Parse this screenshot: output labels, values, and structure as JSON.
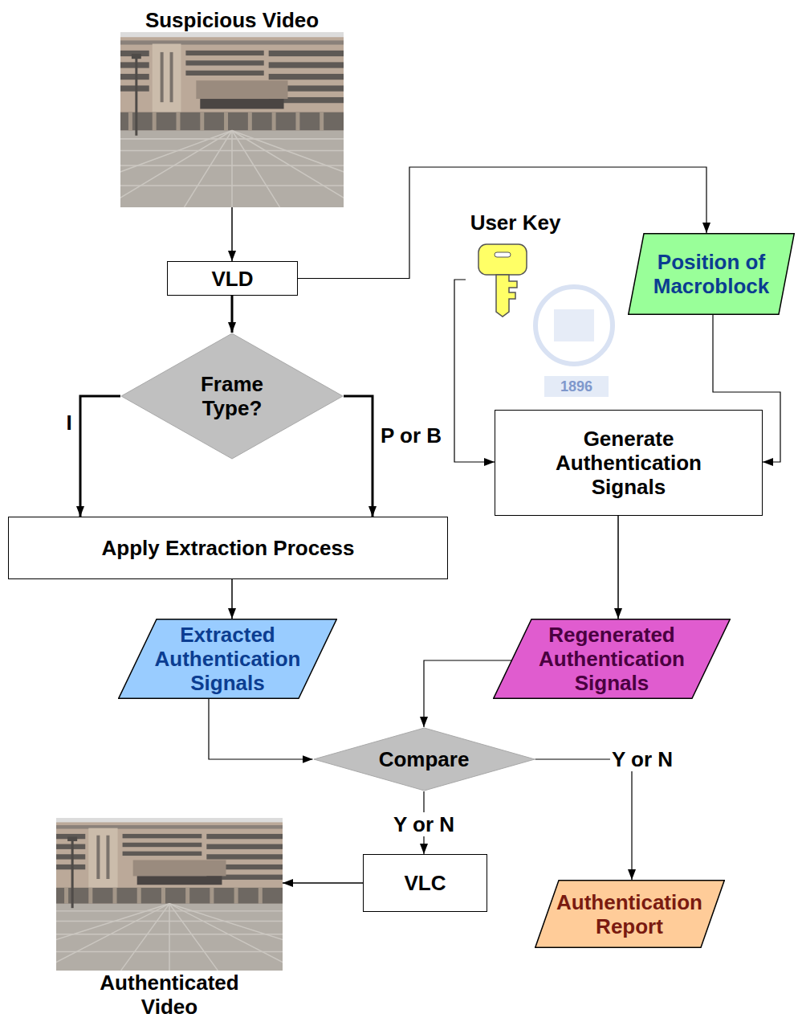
{
  "diagram": {
    "nodes": [
      {
        "text": [
          "Suspicious Video"
        ]
      },
      {
        "text": [
          "VLD"
        ]
      },
      {
        "text": [
          "Frame Type?"
        ]
      },
      {
        "text": [
          "Apply Extraction Process"
        ]
      },
      {
        "text": [
          "User Key"
        ]
      },
      {
        "text": [
          "Position of Macroblock"
        ]
      },
      {
        "text": [
          "Generate Authentication Signals"
        ]
      },
      {
        "text": [
          "Extracted Authentication Signals"
        ]
      },
      {
        "text": [
          "Regenerated Authentication Signals"
        ]
      },
      {
        "text": [
          "Compare"
        ]
      },
      {
        "text": [
          "VLC"
        ]
      },
      {
        "text": [
          "Authentication Report"
        ]
      },
      {
        "text": [
          "Authenticated Video"
        ]
      }
    ],
    "edges": [
      {
        "from": 0,
        "to": 1,
        "arrow": "to"
      },
      {
        "from": 1,
        "to": 2,
        "arrow": "to"
      },
      {
        "from": 1,
        "to": 5,
        "arrow": "to"
      },
      {
        "from": 2,
        "to": 3,
        "label": "I",
        "arrow": "to"
      },
      {
        "from": 2,
        "to": 3,
        "label": "P or B",
        "arrow": "to"
      },
      {
        "from": 4,
        "to": 6,
        "arrow": "to"
      },
      {
        "from": 5,
        "to": 6,
        "arrow": "to"
      },
      {
        "from": 3,
        "to": 7,
        "arrow": "to"
      },
      {
        "from": 6,
        "to": 8,
        "arrow": "to"
      },
      {
        "from": 7,
        "to": 9,
        "arrow": "to"
      },
      {
        "from": 8,
        "to": 9,
        "arrow": "to"
      },
      {
        "from": 9,
        "to": 10,
        "label": "Y or N",
        "arrow": "to"
      },
      {
        "from": 9,
        "to": 11,
        "label": "Y or N",
        "arrow": "to"
      },
      {
        "from": 10,
        "to": 12,
        "arrow": "to"
      }
    ],
    "labels": [
      "1896"
    ]
  }
}
